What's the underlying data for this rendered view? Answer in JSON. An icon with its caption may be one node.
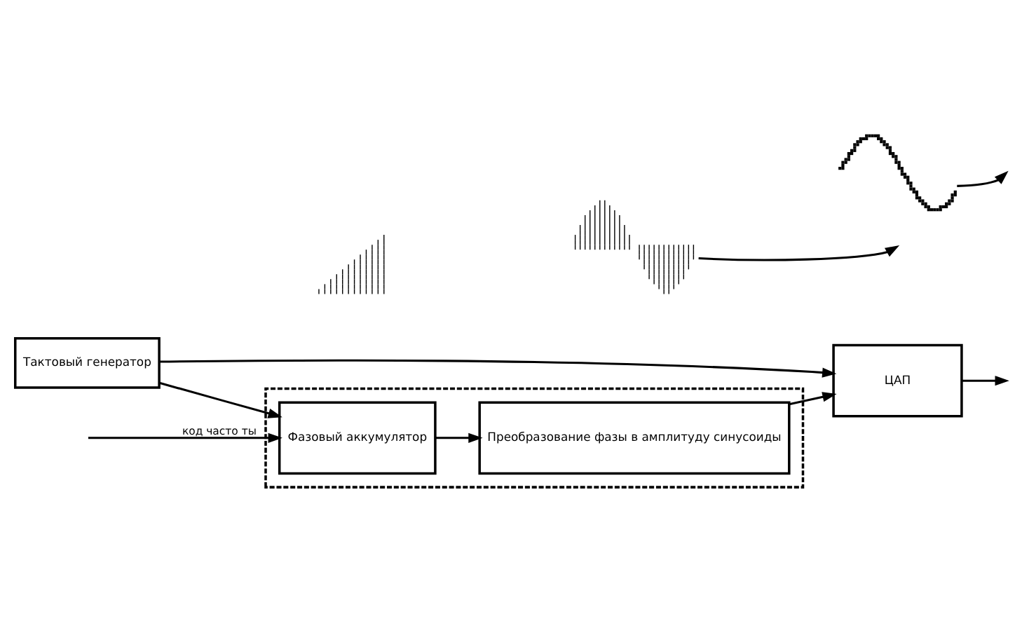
{
  "diagram": {
    "nodes": [
      {
        "text": [
          "Тактовый генератор"
        ]
      },
      {
        "text": [],
        "shape": "box"
      },
      {
        "text": [
          "Фазовый аккумулятор"
        ],
        "in": 1
      },
      {
        "text": [
          "Преобразование фазы в амплитуду синусоиды"
        ],
        "in": 1
      },
      {
        "text": [
          "ЦАП"
        ]
      },
      {
        "text": [],
        "shape": "picture"
      },
      {
        "text": [],
        "shape": "picture"
      },
      {
        "text": [],
        "shape": "picture"
      }
    ],
    "edges": [
      {
        "from": 0,
        "to": 2,
        "arrow": "to"
      },
      {
        "from": 0,
        "to": 4,
        "arrow": "to"
      },
      {
        "from": null,
        "to": 2,
        "arrow": "to",
        "label": "код часто ты"
      },
      {
        "from": 2,
        "to": 3,
        "arrow": "to"
      },
      {
        "from": 3,
        "to": 4,
        "arrow": "to"
      },
      {
        "from": 4,
        "to": null,
        "arrow": "to"
      },
      {
        "from": 6,
        "to": null,
        "arrow": "to"
      },
      {
        "from": 7,
        "to": null,
        "arrow": "to"
      }
    ]
  }
}
